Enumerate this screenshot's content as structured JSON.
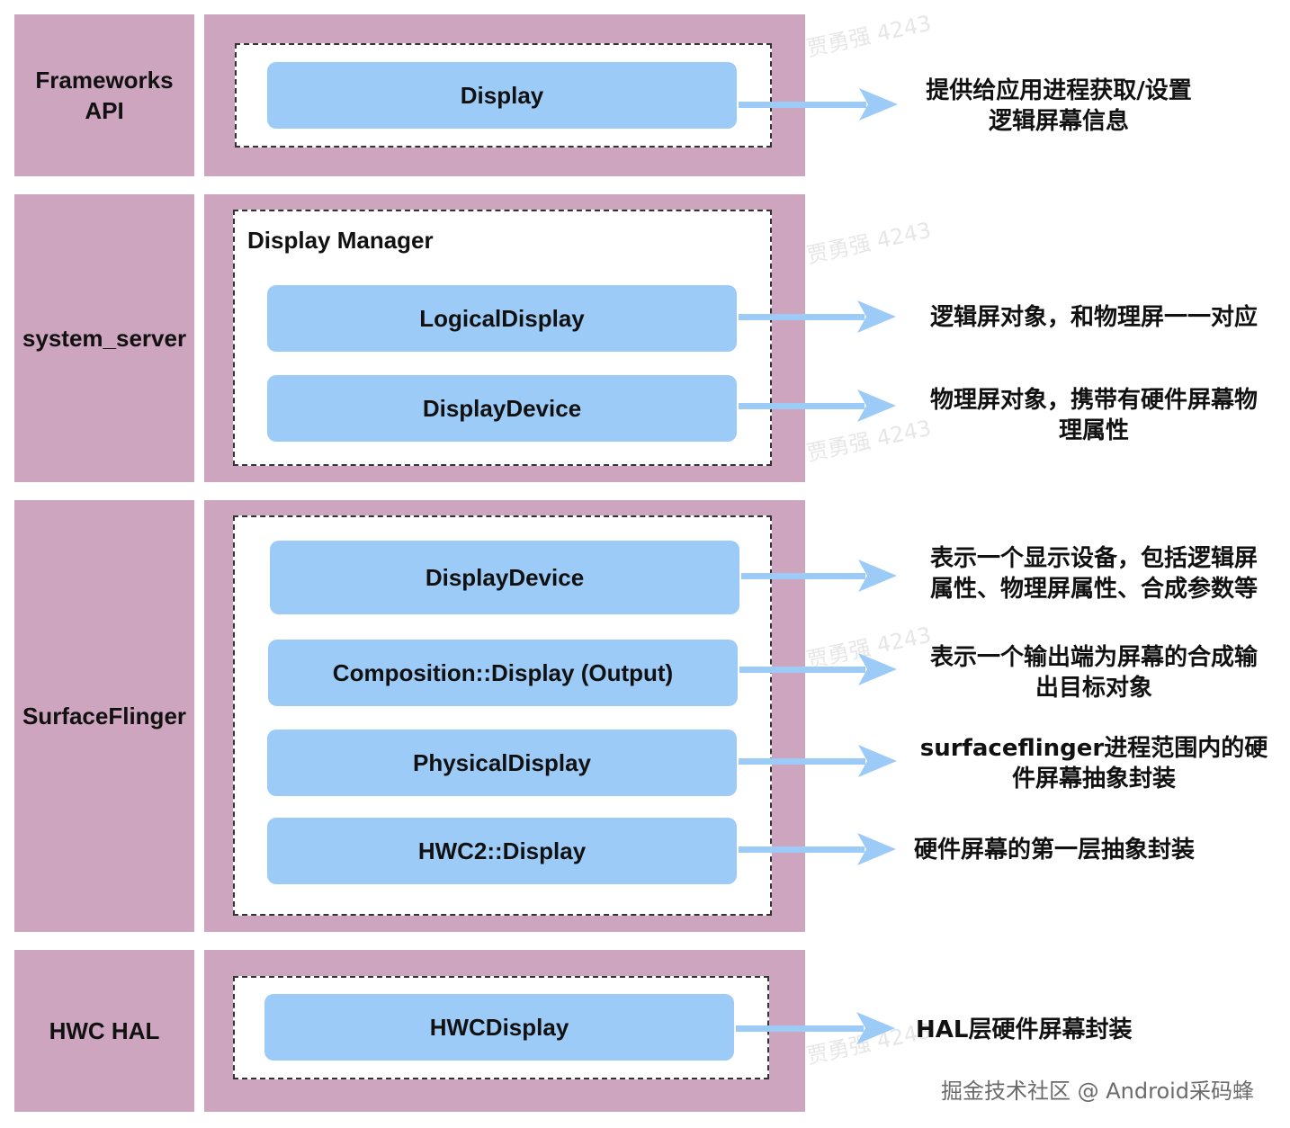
{
  "layers": [
    {
      "label_lines": [
        "Frameworks",
        "API"
      ]
    },
    {
      "label_lines": [
        "system_server"
      ]
    },
    {
      "label_lines": [
        "SurfaceFlinger"
      ]
    },
    {
      "label_lines": [
        "HWC HAL"
      ]
    }
  ],
  "groups": {
    "display_manager_title": "Display Manager"
  },
  "components": {
    "display": "Display",
    "logical_display": "LogicalDisplay",
    "display_device_ss": "DisplayDevice",
    "display_device_sf": "DisplayDevice",
    "composition_display": "Composition::Display (Output)",
    "physical_display": "PhysicalDisplay",
    "hwc2_display": "HWC2::Display",
    "hwc_display": "HWCDisplay"
  },
  "descriptions": {
    "display": [
      "提供给应用进程获取/设置",
      "逻辑屏幕信息"
    ],
    "logical_display": [
      "逻辑屏对象，和物理屏一一对应"
    ],
    "display_device_ss": [
      "物理屏对象，携带有硬件屏幕物",
      "理属性"
    ],
    "display_device_sf": [
      "表示一个显示设备，包括逻辑屏",
      "属性、物理屏属性、合成参数等"
    ],
    "composition_display": [
      "表示一个输出端为屏幕的合成输",
      "出目标对象"
    ],
    "physical_display": [
      "surfaceflinger进程范围内的硬",
      "件屏幕抽象封装"
    ],
    "hwc2_display": [
      "硬件屏幕的第一层抽象封装"
    ],
    "hwc_display": [
      "HAL层硬件屏幕封装"
    ]
  },
  "watermark": "贾勇强 4243",
  "credit": "掘金技术社区 @ Android采码蜂",
  "colors": {
    "layer_fill": "#cda5bf",
    "component_fill": "#9dcbf8",
    "arrow": "#9dcbf8"
  }
}
